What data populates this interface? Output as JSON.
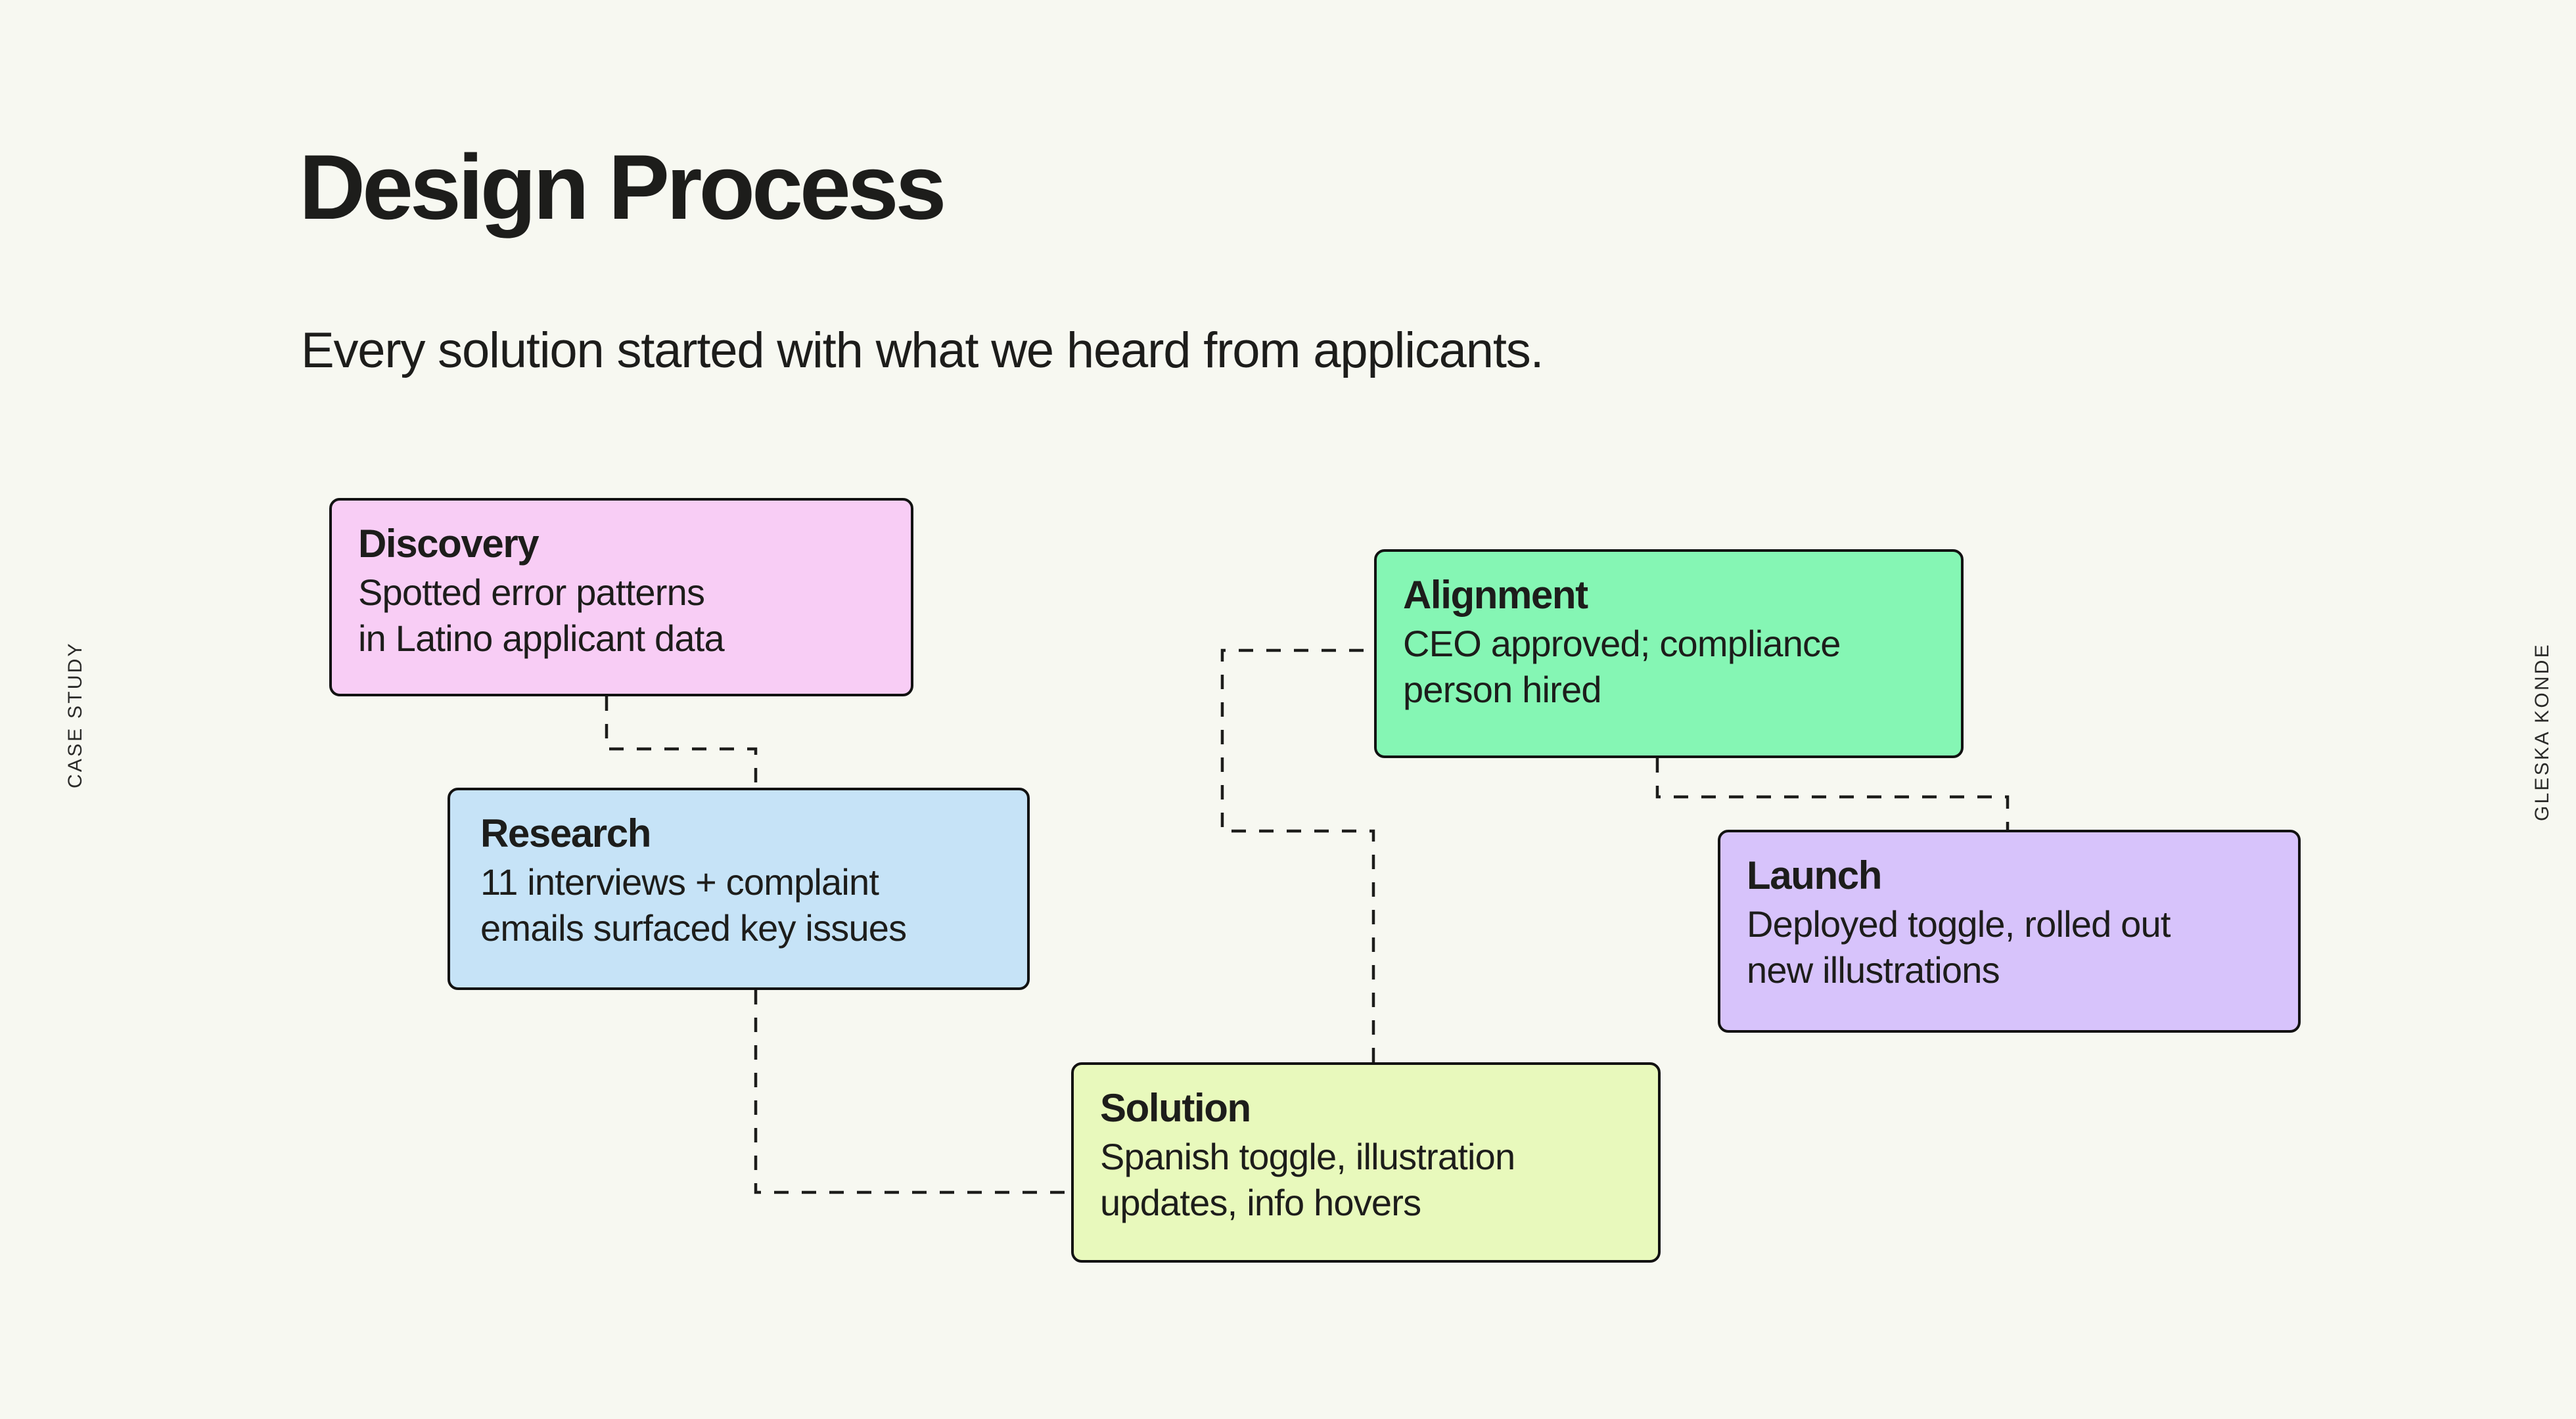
{
  "colors": {
    "background": "#f7f8f1",
    "ink": "#1d1d1b",
    "border": "#121212",
    "discovery": "#f8cdf5",
    "research": "#c6e3f7",
    "solution": "#e8f9bc",
    "alignment": "#85f6b4",
    "launch": "#d7c3fb",
    "connector": "#1d1d1b"
  },
  "header": {
    "title": "Design Process",
    "subtitle": "Every solution started with what we heard from applicants."
  },
  "rails": {
    "left_label": "CASE STUDY",
    "right_label": "GLESKA KONDE"
  },
  "flow": {
    "cards": [
      {
        "id": "discovery",
        "title": "Discovery",
        "body": "Spotted error patterns\nin Latino applicant data",
        "color": "#f8cdf5"
      },
      {
        "id": "research",
        "title": "Research",
        "body": "11 interviews + complaint\nemails surfaced key issues",
        "color": "#c6e3f7"
      },
      {
        "id": "solution",
        "title": "Solution",
        "body": "Spanish toggle, illustration\nupdates, info hovers",
        "color": "#e8f9bc"
      },
      {
        "id": "alignment",
        "title": "Alignment",
        "body": "CEO approved; compliance\nperson hired",
        "color": "#85f6b4"
      },
      {
        "id": "launch",
        "title": "Launch",
        "body": "Deployed toggle, rolled out\nnew illustrations",
        "color": "#d7c3fb"
      }
    ],
    "connections": [
      {
        "from": "discovery",
        "to": "research",
        "style": "dashed-orthogonal"
      },
      {
        "from": "research",
        "to": "solution",
        "style": "dashed-orthogonal"
      },
      {
        "from": "solution",
        "to": "alignment",
        "style": "dashed-orthogonal"
      },
      {
        "from": "alignment",
        "to": "launch",
        "style": "dashed-orthogonal"
      }
    ]
  }
}
